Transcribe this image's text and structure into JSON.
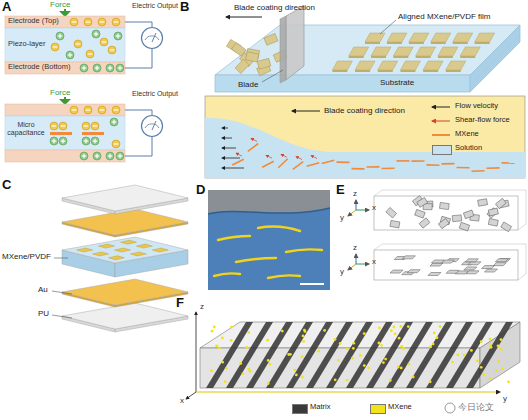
{
  "diagram": {
    "labels": [
      "A",
      "Force",
      "Electrode (Top)",
      "Piezo-layer",
      "Electrode (Bottom)",
      "Electric Output",
      "Force",
      "Micro capacitance",
      "Electric Output",
      "B",
      "Blade coating direction",
      "Aligned MXene/PVDF film",
      "Blade",
      "Substrate",
      "Blade coating direction",
      "C",
      "MXene/PVDF",
      "Au",
      "PU",
      "D",
      "E",
      "z",
      "y",
      "x",
      "z",
      "y",
      "x",
      "F",
      "z",
      "x",
      "y",
      "今日论文"
    ],
    "legend": [
      {
        "text": "Flow velocity"
      },
      {
        "text": "Shear-flow force"
      },
      {
        "text": "MXene"
      },
      {
        "text": "Solution",
        "color": "#c7e3f2"
      },
      {
        "text": "Matrix",
        "color": "#3a3a3a"
      },
      {
        "text": "MXene",
        "color": "#f2e21a"
      }
    ]
  }
}
